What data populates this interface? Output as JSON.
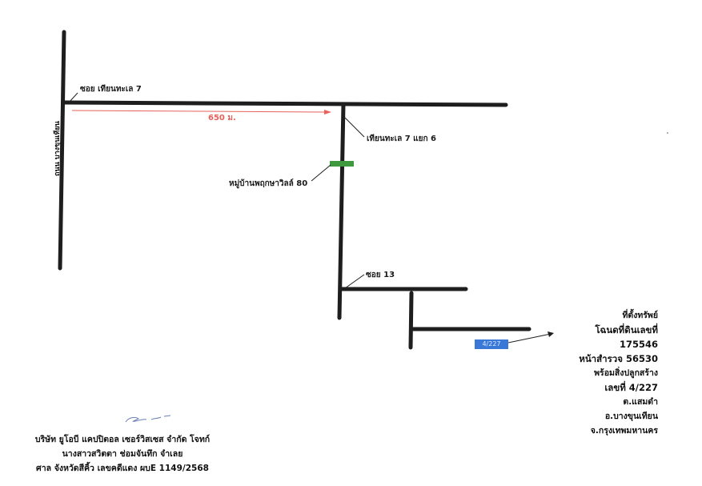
{
  "map": {
    "roads": {
      "main_road_label": "ถนน บางขุนเทียน",
      "soi_label": "ซอย เทียนทะเล 7",
      "branch_label": "เทียนทะเล 7 แยก 6",
      "village_label": "หมู่บ้านพฤกษาวิลล์ 80",
      "soi13_label": "ซอย 13"
    },
    "distance_label": "650 ม.",
    "marker_label": "4/227",
    "colors": {
      "road": "#1e1e1e",
      "distance_arrow": "#e8615a",
      "village_marker": "#3f9a3f",
      "property_marker": "#3a78d8"
    }
  },
  "info": {
    "title": "ที่ตั้งทรัพย์",
    "deed": "โฉนดที่ดินเลขที่ 175546",
    "survey": "หน้าสำรวจ 56530",
    "building": "พร้อมสิ่งปลูกสร้าง",
    "number": "เลขที่ 4/227",
    "subdistrict": "ต.แสมดำ",
    "district": "อ.บางขุนเทียน",
    "province": "จ.กรุงเทพมหานคร"
  },
  "footer": {
    "line1": "บริษัท ยูโอบี แคปปิตอล เซอร์วิสเซส จำกัด โจทก์",
    "line2": "นางสาวสวิตตา ช่อมจันทึก จำเลย",
    "line3": "ศาล จังหวัดสีคิ้ว   เลขคดีแดง ผบE 1149/2568"
  }
}
